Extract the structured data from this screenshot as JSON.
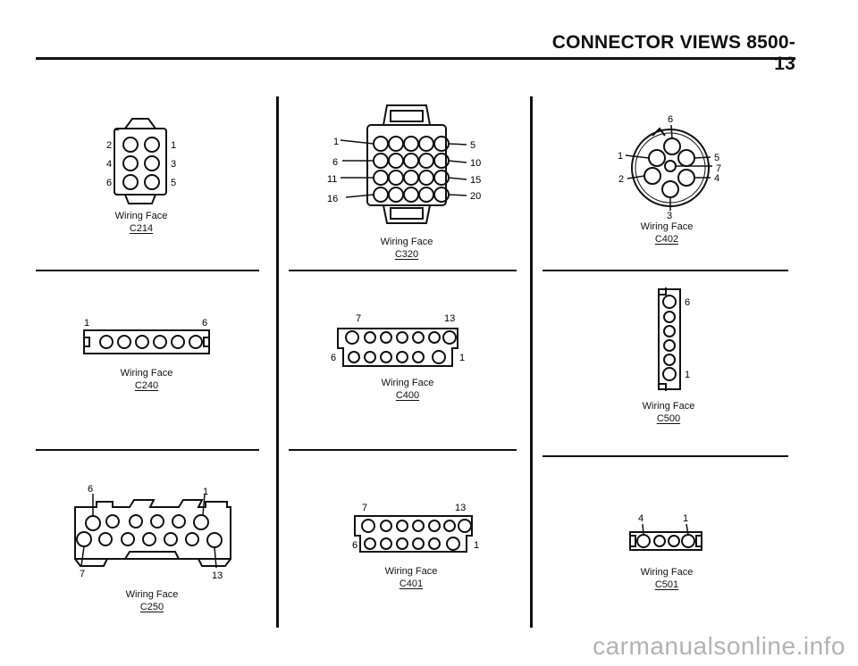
{
  "header": {
    "title": "CONNECTOR VIEWS  8500-13"
  },
  "caption_wiring_face": "Wiring Face",
  "connectors": {
    "c214": {
      "id": "C214",
      "pins": [
        "1",
        "2",
        "3",
        "4",
        "5",
        "6"
      ]
    },
    "c320": {
      "id": "C320",
      "pins": [
        "1",
        "5",
        "6",
        "10",
        "11",
        "15",
        "16",
        "20"
      ]
    },
    "c402": {
      "id": "C402",
      "pins": [
        "1",
        "2",
        "3",
        "4",
        "5",
        "6",
        "7"
      ]
    },
    "c240": {
      "id": "C240",
      "pins": [
        "1",
        "6"
      ]
    },
    "c400": {
      "id": "C400",
      "pins": [
        "7",
        "13",
        "6",
        "1"
      ]
    },
    "c500": {
      "id": "C500",
      "pins": [
        "6",
        "1"
      ]
    },
    "c250": {
      "id": "C250",
      "pins": [
        "6",
        "1",
        "7",
        "13"
      ]
    },
    "c401": {
      "id": "C401",
      "pins": [
        "7",
        "13",
        "6",
        "1"
      ]
    },
    "c501": {
      "id": "C501",
      "pins": [
        "4",
        "1"
      ]
    }
  },
  "watermark": "carmanualsonline.info"
}
